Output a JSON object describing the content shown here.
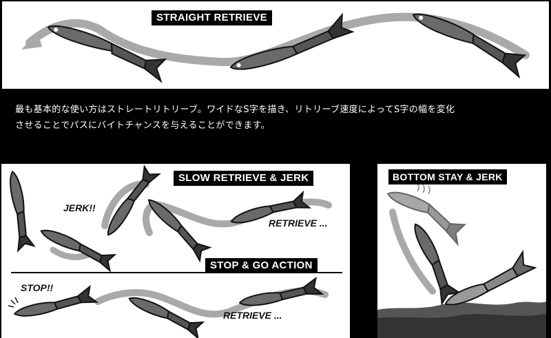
{
  "straight": {
    "title": "STRAIGHT RETRIEVE"
  },
  "description": {
    "line1": "最も基本的な使い方はストレートリトリーブ。ワイドなS字を描き、リトリーブ速度によってS字の幅を変化",
    "line2": "させることでパスにバイトチャンスを与えることができます。"
  },
  "slow": {
    "title": "SLOW RETRIEVE & JERK",
    "jerk_label": "JERK!!",
    "retrieve_label": "RETRIEVE ..."
  },
  "stopgo": {
    "title": "STOP & GO ACTION",
    "stop_label": "STOP!!",
    "retrieve_label": "RETRIEVE ..."
  },
  "bottom": {
    "title": "BOTTOM STAY & JERK"
  },
  "colors": {
    "background": "#000000",
    "panel": "#ffffff",
    "path_arrow": "#a9a9a9",
    "lure_body": "#4a4a4a"
  },
  "icons": [
    "lure-icon",
    "path-arrow-icon",
    "bubbles-icon",
    "sediment-icon"
  ]
}
